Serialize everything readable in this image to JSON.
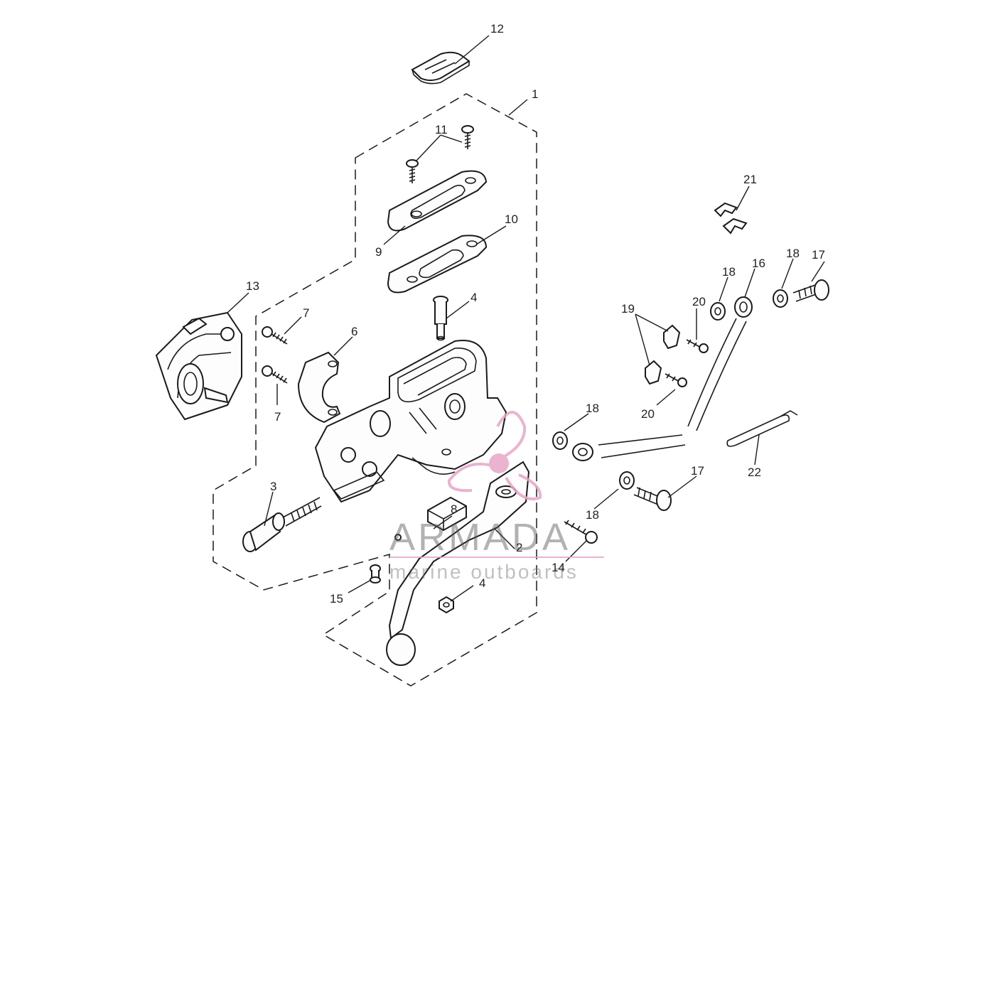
{
  "diagram": {
    "callouts": {
      "c1": "1",
      "c2": "2",
      "c3": "3",
      "c4a": "4",
      "c4b": "4",
      "c6": "6",
      "c7a": "7",
      "c7b": "7",
      "c8": "8",
      "c9": "9",
      "c10": "10",
      "c11": "11",
      "c12": "12",
      "c13": "13",
      "c14": "14",
      "c15": "15",
      "c16": "16",
      "c17a": "17",
      "c17b": "17",
      "c18a": "18",
      "c18b": "18",
      "c18c": "18",
      "c18d": "18",
      "c19": "19",
      "c20a": "20",
      "c20b": "20",
      "c21": "21",
      "c22": "22"
    }
  },
  "watermark": {
    "brand": "ARMADA",
    "tagline": "marine outboards",
    "accent_color": "#e7a6c8",
    "text_color": "#6b6b6b"
  },
  "colors": {
    "line": "#1a1a1a",
    "background": "#ffffff"
  }
}
